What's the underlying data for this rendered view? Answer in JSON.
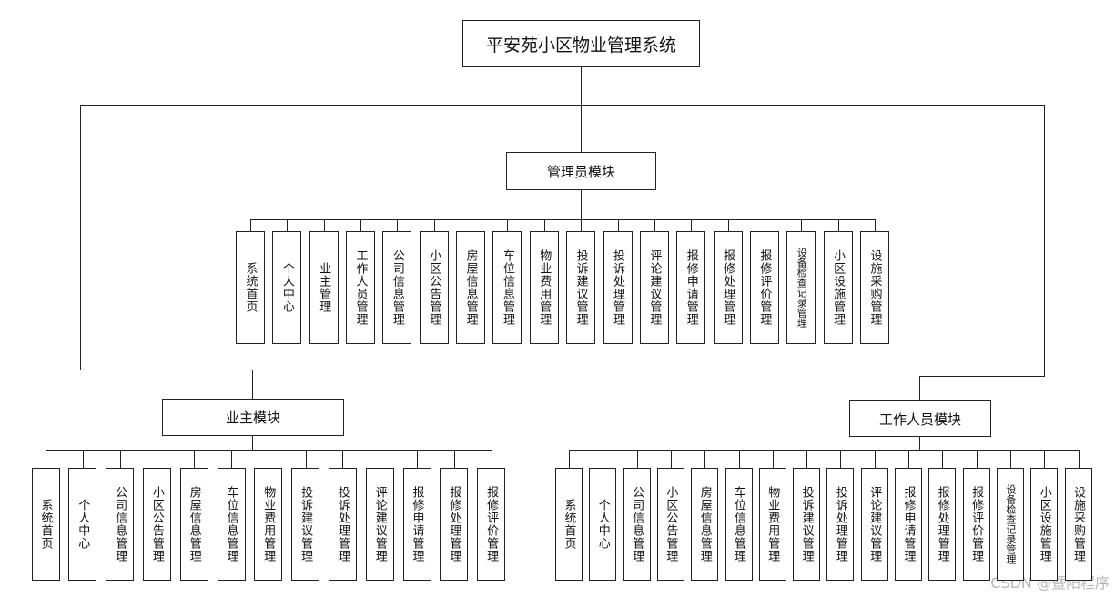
{
  "root": {
    "title": "平安苑小区物业管理系统"
  },
  "admin": {
    "title": "管理员模块",
    "items": [
      "系统首页",
      "个人中心",
      "业主管理",
      "工作人员管理",
      "公司信息管理",
      "小区公告管理",
      "房屋信息管理",
      "车位信息管理",
      "物业费用管理",
      "投诉建议管理",
      "投诉处理管理",
      "评论建议管理",
      "报修申请管理",
      "报修处理管理",
      "报修评价管理",
      "设备检查记录管理",
      "小区设施管理",
      "设施采购管理"
    ]
  },
  "owner": {
    "title": "业主模块",
    "items": [
      "系统首页",
      "个人中心",
      "公司信息管理",
      "小区公告管理",
      "房屋信息管理",
      "车位信息管理",
      "物业费用管理",
      "投诉建议管理",
      "投诉处理管理",
      "评论建议管理",
      "报修申请管理",
      "报修处理管理",
      "报修评价管理"
    ]
  },
  "staff": {
    "title": "工作人员模块",
    "items": [
      "系统首页",
      "个人中心",
      "公司信息管理",
      "小区公告管理",
      "房屋信息管理",
      "车位信息管理",
      "物业费用管理",
      "投诉建议管理",
      "投诉处理管理",
      "评论建议管理",
      "报修申请管理",
      "报修处理管理",
      "报修评价管理",
      "设备检查记录管理",
      "小区设施管理",
      "设施采购管理"
    ]
  },
  "watermark": "CSDN @暨阳程序"
}
